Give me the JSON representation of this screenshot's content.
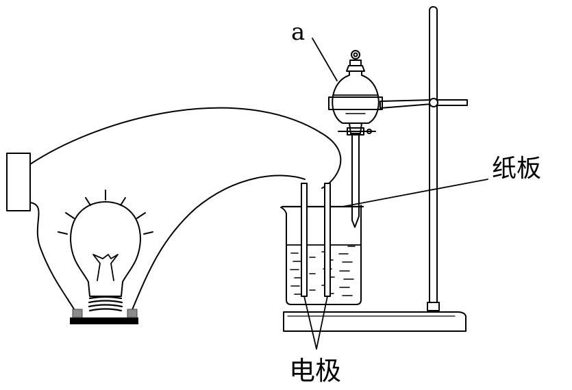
{
  "labels": {
    "funnel": "a",
    "board": "纸板",
    "electrode": "电极"
  },
  "colors": {
    "stroke": "#000000",
    "terminal": "#8a8a8a",
    "base": "#000000"
  }
}
